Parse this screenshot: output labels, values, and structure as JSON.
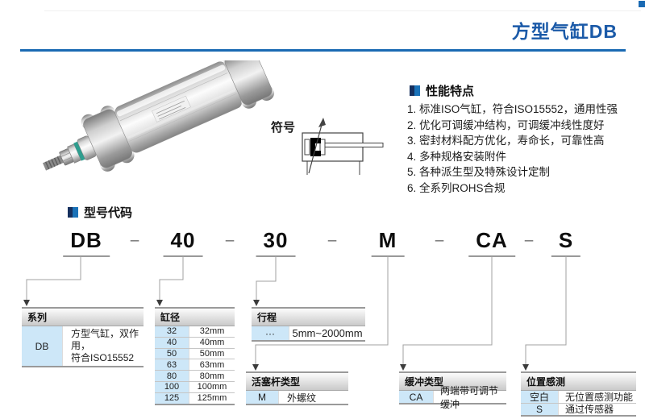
{
  "header": {
    "title": "方型气缸DB"
  },
  "symbol_panel": {
    "label": "符号"
  },
  "features": {
    "heading": "性能特点",
    "items": [
      "1. 标准ISO气缸，符合ISO15552，通用性强",
      "2. 优化可调缓冲结构，可调缓冲线性度好",
      "3. 密封材料配方优化，寿命长，可靠性高",
      "4. 多种规格安装附件",
      "5. 各种派生型及特殊设计定制",
      "6. 全系列ROHS合规"
    ]
  },
  "model_code": {
    "heading": "型号代码",
    "segments": [
      "DB",
      "40",
      "30",
      "M",
      "CA",
      "S"
    ],
    "separator": "–"
  },
  "tables": {
    "series": {
      "header": "系列",
      "rows": [
        [
          "DB",
          "方型气缸，双作用，\n符合ISO15552"
        ]
      ]
    },
    "bore": {
      "header": "缸径",
      "rows": [
        [
          "32",
          "32mm"
        ],
        [
          "40",
          "40mm"
        ],
        [
          "50",
          "50mm"
        ],
        [
          "63",
          "63mm"
        ],
        [
          "80",
          "80mm"
        ],
        [
          "100",
          "100mm"
        ],
        [
          "125",
          "125mm"
        ]
      ]
    },
    "stroke": {
      "header": "行程",
      "rows": [
        [
          "···",
          "5mm~2000mm"
        ]
      ]
    },
    "rod": {
      "header": "活塞杆类型",
      "rows": [
        [
          "M",
          "外螺纹"
        ]
      ]
    },
    "cushion": {
      "header": "缓冲类型",
      "rows": [
        [
          "CA",
          "两端带可调节缓冲"
        ]
      ]
    },
    "sensing": {
      "header": "位置感测",
      "rows": [
        [
          "空白",
          "无位置感测功能"
        ],
        [
          "S",
          "通过传感器"
        ]
      ]
    }
  },
  "colors": {
    "accent_blue": "#1b5aa8",
    "rule_blue": "#1a6ab3",
    "bullet_dark": "#16305e",
    "bullet_light": "#1a72b8",
    "key_cell_bg": "#cde7f8",
    "seal_ring_teal": "#2e9e8f"
  }
}
